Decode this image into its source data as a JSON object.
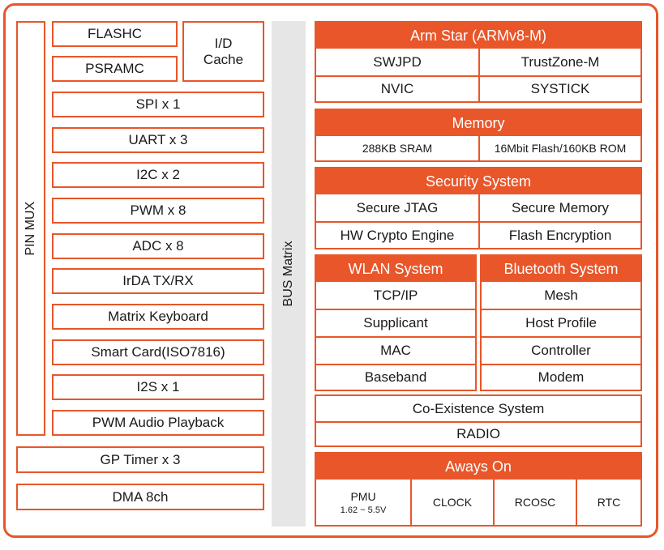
{
  "colors": {
    "accent": "#e8562a",
    "bus": "#e6e6e6"
  },
  "left": {
    "pin_mux": "PIN MUX",
    "flashc": "FLASHC",
    "psramc": "PSRAMC",
    "id_cache_line1": "I/D",
    "id_cache_line2": "Cache",
    "peripherals": [
      "SPI x 1",
      "UART x 3",
      "I2C x 2",
      "PWM x 8",
      "ADC x 8",
      "IrDA TX/RX",
      "Matrix Keyboard",
      "Smart Card(ISO7816)",
      "I2S x  1",
      "PWM Audio Playback"
    ],
    "gp_timer": "GP Timer x 3",
    "dma": "DMA 8ch"
  },
  "bus_matrix": "BUS Matrix",
  "arm": {
    "title": "Arm  Star (ARMv8-M)",
    "items": [
      "SWJPD",
      "TrustZone-M",
      "NVIC",
      "SYSTICK"
    ]
  },
  "memory": {
    "title": "Memory",
    "items": [
      "288KB SRAM",
      "16Mbit Flash/160KB ROM"
    ]
  },
  "security": {
    "title": "Security System",
    "items": [
      "Secure JTAG",
      "Secure Memory",
      "HW Crypto Engine",
      "Flash Encryption"
    ]
  },
  "wlan": {
    "title": "WLAN System",
    "items": [
      "TCP/IP",
      "Supplicant",
      "MAC",
      "Baseband"
    ]
  },
  "bluetooth": {
    "title": "Bluetooth System",
    "items": [
      "Mesh",
      "Host Profile",
      "Controller",
      "Modem"
    ]
  },
  "coex": {
    "title": "Co-Existence System",
    "radio": "RADIO"
  },
  "always_on": {
    "title": "Aways On",
    "pmu": "PMU",
    "pmu_range": "1.62 ~ 5.5V",
    "clock": "CLOCK",
    "rcosc": "RCOSC",
    "rtc": "RTC"
  }
}
